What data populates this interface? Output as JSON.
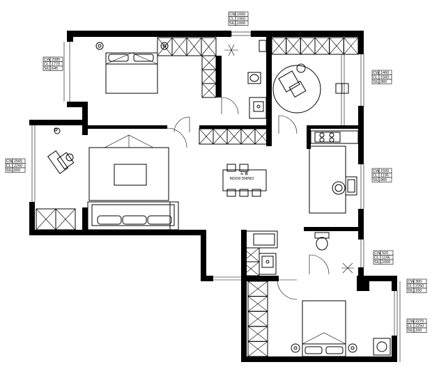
{
  "room_labels": {
    "dining": "DINING ROOM",
    "dining_cn": "餐 厅"
  },
  "window_tags": [
    {
      "id": "tag-top-center",
      "cw": "CW",
      "cw_val": "1000",
      "cl": "CL",
      "cl_val": "1900",
      "sill": "SILL",
      "sill_val": "1000"
    },
    {
      "id": "tag-top-left",
      "cw": "CW",
      "cw_val": "2085",
      "cl": "CL",
      "cl_val": "1770",
      "sill": "SILL",
      "sill_val": "645"
    },
    {
      "id": "tag-left",
      "cw": "CW",
      "cw_val": "2565",
      "cl": "CL",
      "cl_val": "2260",
      "sill": "SILL",
      "sill_val": "500"
    },
    {
      "id": "tag-right-top",
      "cw": "CW",
      "cw_val": "1460",
      "cl": "CL",
      "cl_val": "1560",
      "sill": "SILL",
      "sill_val": "960"
    },
    {
      "id": "tag-right-mid",
      "cw": "CW",
      "cw_val": "1500",
      "cl": "CL",
      "cl_val": "1195",
      "sill": "SILL",
      "sill_val": "965"
    },
    {
      "id": "tag-right-bath",
      "cw": "CW",
      "cw_val": "520",
      "cl": "CL",
      "cl_val": "1195",
      "sill": "SILL",
      "sill_val": "1000"
    },
    {
      "id": "tag-bottom-right-a",
      "cw": "CW",
      "cw_val": "300",
      "cl": "CL",
      "cl_val": "2250",
      "sill": "SILL",
      "sill_val": "150"
    },
    {
      "id": "tag-bottom-right-b",
      "cw": "CW",
      "cw_val": "2270",
      "cl": "CL",
      "cl_val": "2250",
      "sill": "SILL",
      "sill_val": "150"
    }
  ]
}
